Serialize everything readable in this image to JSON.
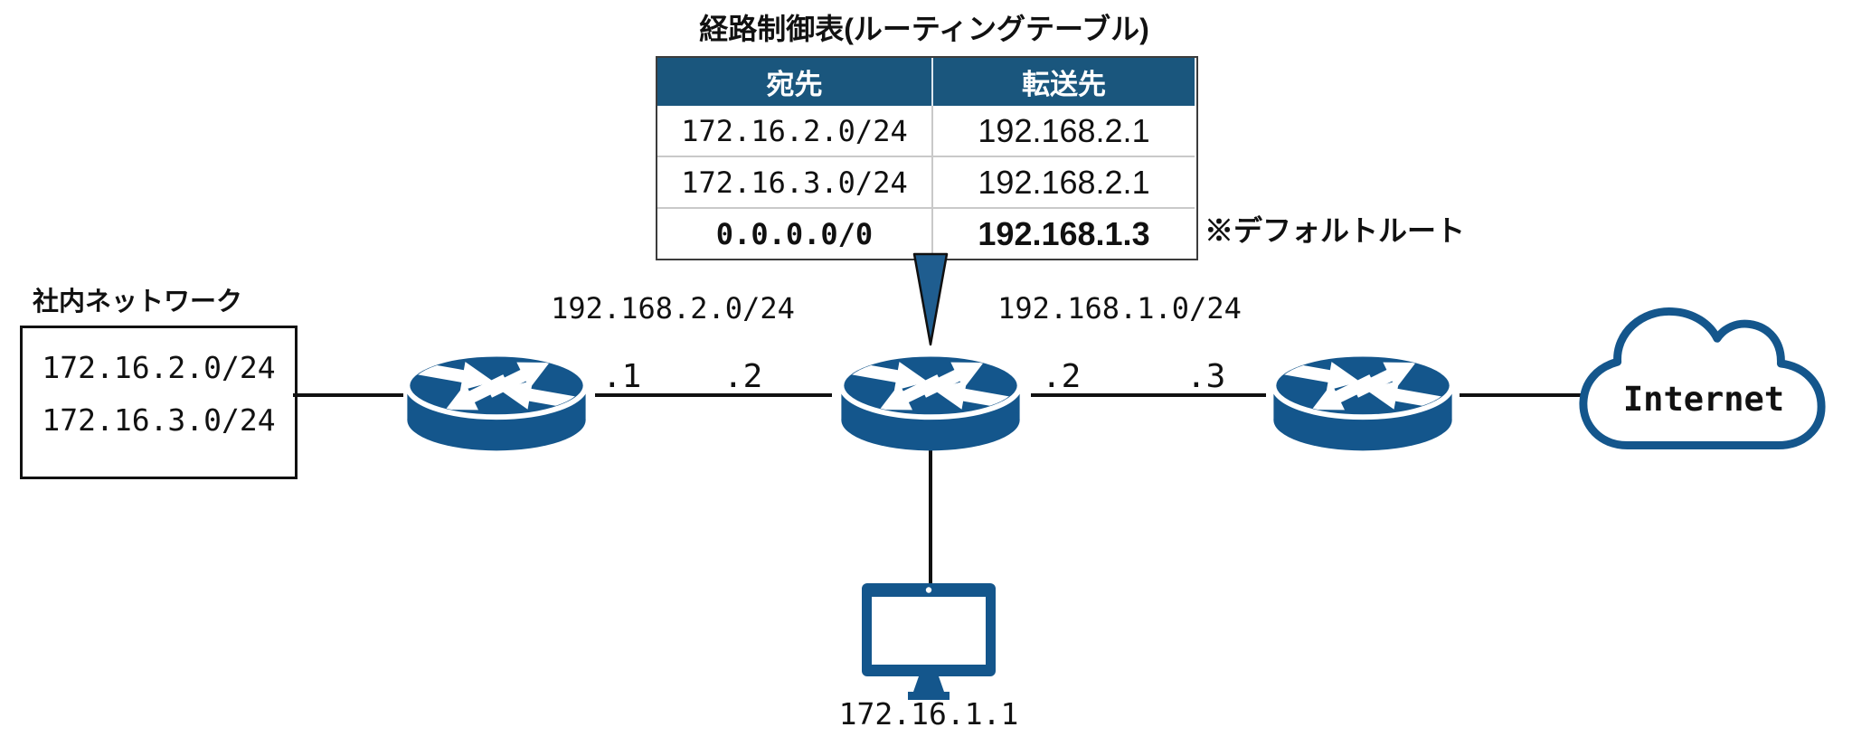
{
  "colors": {
    "node_blue": "#14568c",
    "table_header_blue": "#1a567d",
    "pointer_blue": "#1f5d8f",
    "line_black": "#111111"
  },
  "routing_table": {
    "title": "経路制御表(ルーティングテーブル)",
    "headers": [
      "宛先",
      "転送先"
    ],
    "rows": [
      {
        "destination": "172.16.2.0/24",
        "next_hop": "192.168.2.1"
      },
      {
        "destination": "172.16.3.0/24",
        "next_hop": "192.168.2.1"
      },
      {
        "destination": "0.0.0.0/0",
        "next_hop": "192.168.1.3"
      }
    ],
    "note": "※デフォルトルート"
  },
  "internal_network": {
    "title": "社内ネットワーク",
    "subnets": [
      "172.16.2.0/24",
      "172.16.3.0/24"
    ]
  },
  "links": [
    {
      "network": "192.168.2.0/24",
      "left_label": ".1",
      "right_label": ".2"
    },
    {
      "network": "192.168.1.0/24",
      "left_label": ".2",
      "right_label": ".3"
    }
  ],
  "internet": {
    "label": "Internet"
  },
  "host": {
    "ip": "172.16.1.1"
  }
}
